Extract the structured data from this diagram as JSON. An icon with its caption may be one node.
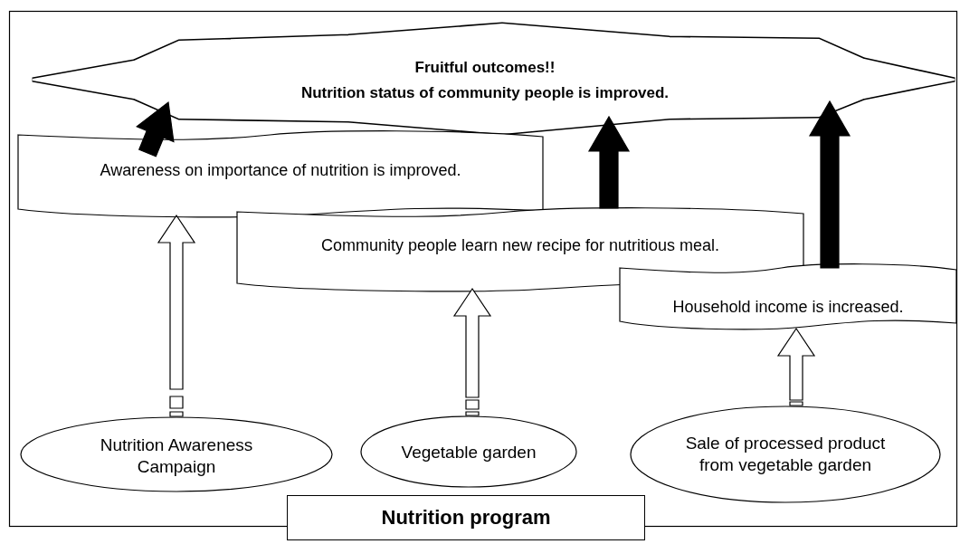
{
  "diagram": {
    "nodes": [
      {
        "text": [
          "Nutrition program"
        ]
      },
      {
        "text": [
          "Fruitful outcomes!!",
          "Nutrition status of community people is improved."
        ],
        "in": 0
      },
      {
        "text": [
          "Awareness on importance of nutrition is improved."
        ],
        "in": 0
      },
      {
        "text": [
          "Community people learn new recipe for nutritious meal."
        ],
        "in": 0
      },
      {
        "text": [
          "Household income is increased."
        ],
        "in": 0
      },
      {
        "text": [
          "Nutrition Awareness Campaign"
        ],
        "in": 0
      },
      {
        "text": [
          "Vegetable garden"
        ],
        "in": 0
      },
      {
        "text": [
          "Sale of processed product from vegetable garden"
        ],
        "in": 0
      }
    ],
    "edges": [
      {
        "from": 5,
        "to": 2,
        "arrow": "to"
      },
      {
        "from": 6,
        "to": 3,
        "arrow": "to"
      },
      {
        "from": 7,
        "to": 4,
        "arrow": "to"
      },
      {
        "from": 2,
        "to": 1,
        "arrow": "to",
        "style": "thick"
      },
      {
        "from": 3,
        "to": 1,
        "arrow": "to",
        "style": "thick"
      },
      {
        "from": 4,
        "to": 1,
        "arrow": "to",
        "style": "thick"
      }
    ]
  }
}
